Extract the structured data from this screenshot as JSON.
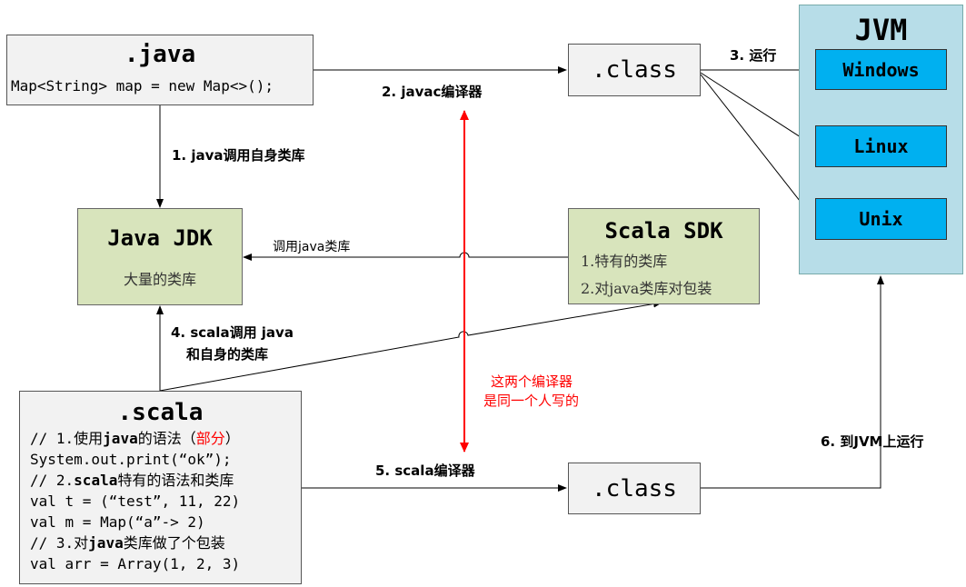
{
  "java_box": {
    "title": ".java",
    "code": "Map<String> map = new Map<>();"
  },
  "class_top": {
    "title": ".class"
  },
  "class_bottom": {
    "title": ".class"
  },
  "jvm": {
    "title": "JVM",
    "platforms": [
      "Windows",
      "Linux",
      "Unix"
    ]
  },
  "java_jdk": {
    "title": "Java JDK",
    "subtitle": "大量的类库"
  },
  "scala_sdk": {
    "title": "Scala SDK",
    "items": [
      "1.特有的类库",
      "2.对java类库对包装"
    ]
  },
  "scala_box": {
    "title": ".scala",
    "lines": {
      "l1_pre": "// 1.使用",
      "l1_bold": "java",
      "l1_mid": "的语法（",
      "l1_red": "部分",
      "l1_post": "）",
      "l2": "System.out.print(“ok”);",
      "l3_pre": "// 2.",
      "l3_bold": "scala",
      "l3_post": "特有的语法和类库",
      "l4": "val t = (“test”, 11, 22)",
      "l5": "val m = Map(“a”-> 2)",
      "l6_pre": "// 3.对",
      "l6_bold": "java",
      "l6_post": "类库做了个包装",
      "l7": "val arr = Array(1, 2, 3)"
    }
  },
  "labels": {
    "step1": "1. java调用自身类库",
    "step2": "2. javac编译器",
    "step3": "3. 运行",
    "step4_line1": "4. scala调用 java",
    "step4_line2": "和自身的类库",
    "step5": "5. scala编译器",
    "step6": "6. 到JVM上运行",
    "call_java": "调用java类库",
    "note_line1": "这两个编译器",
    "note_line2": "是同一个人写的"
  },
  "colors": {
    "red_note": "#ff0000",
    "os_blue": "#00b0f0",
    "jvm_bg": "#b7dde8",
    "sdk_green": "#d8e4bc"
  }
}
